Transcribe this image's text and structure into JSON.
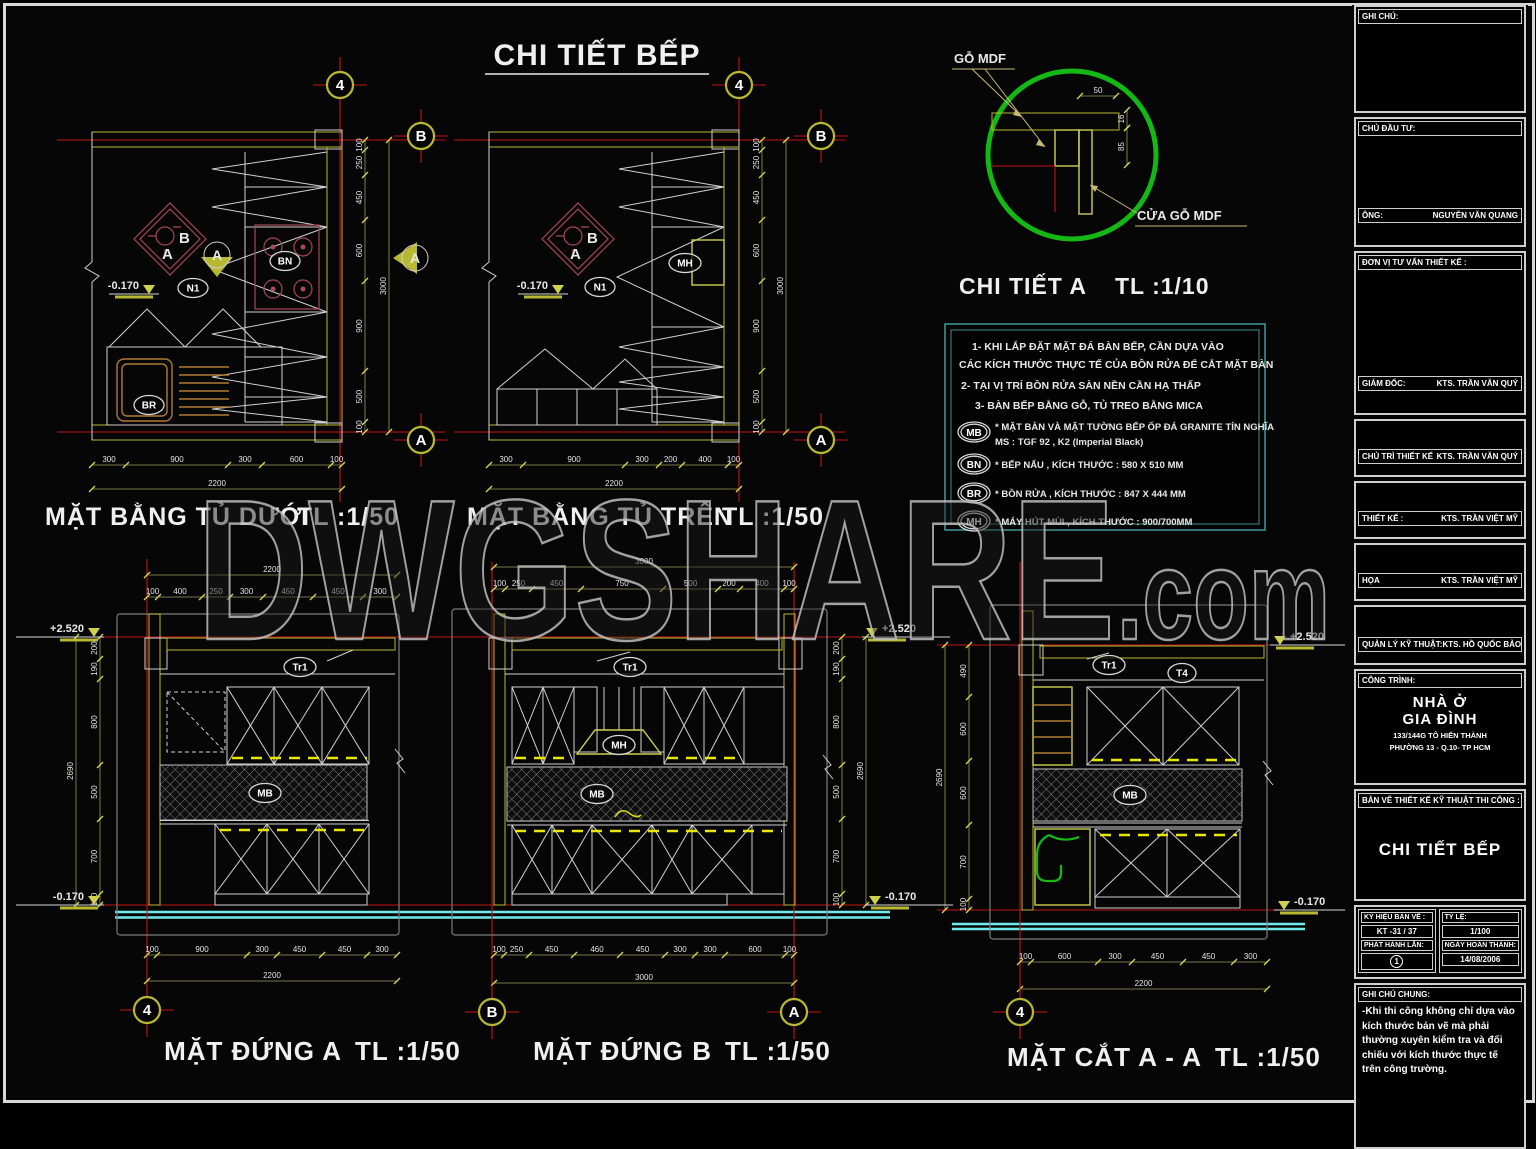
{
  "sheet": {
    "title": "CHI TIẾT BẾP",
    "watermark": "DWGSHARE",
    "watermark_suffix": ".com"
  },
  "plans": {
    "lower": {
      "title": "MẶT BẰNG TỦ DƯỚI",
      "scale": "TL :1/50",
      "grid_v": "4",
      "grid_b": "B",
      "grid_a": "A",
      "section_marker": "A",
      "unit": "N1",
      "stove": "BN",
      "sink": "BR",
      "level": "-0.170",
      "logo_b": "B",
      "logo_a": "A",
      "dims_bottom": [
        "300",
        "900",
        "300",
        "600",
        "100"
      ],
      "total_bottom": "2200",
      "dims_right": [
        "100",
        "250",
        "450",
        "600",
        "900",
        "500",
        "100"
      ],
      "total_right": "3000"
    },
    "upper": {
      "title": "MẶT BẰNG TỦ TRÊN",
      "scale": "TL :1/50",
      "grid_v": "4",
      "grid_b": "B",
      "grid_a": "A",
      "unit": "N1",
      "hood": "MH",
      "level": "-0.170",
      "logo_b": "B",
      "logo_a": "A",
      "dims_bottom": [
        "300",
        "900",
        "300",
        "200",
        "400",
        "100"
      ],
      "total_bottom": "2200",
      "dims_right": [
        "100",
        "250",
        "450",
        "600",
        "900",
        "500",
        "100"
      ],
      "total_right": "3000"
    }
  },
  "detail": {
    "title": "CHI TIẾT A",
    "scale": "TL :1/10",
    "label_wood": "GỖ MDF",
    "label_door": "CỬA GỖ MDF",
    "dim_w": "50",
    "dim_t": "16",
    "dim_h": "85"
  },
  "notes": {
    "line1": "1- KHI LẮP ĐẶT MẶT ĐÁ BÀN BẾP, CẦN DỰA VÀO",
    "line2": "CÁC KÍCH THƯỚC THỰC TẾ CỦA BỒN RỬA ĐỂ CẮT MẶT BÀN",
    "line3": "2- TẠI VỊ TRÍ BỒN RỬA SÀN NỀN CẦN HẠ THẤP",
    "line4": "3- BÀN BẾP BẰNG GỖ, TỦ TREO BẰNG MICA",
    "legend": [
      {
        "code": "MB",
        "text": "* MẶT BÀN VÀ MẶT TƯỜNG BẾP ỐP ĐÁ GRANITE TÍN NGHĨA",
        "text2": "MS : TGF 92 , K2 (Imperial Black)"
      },
      {
        "code": "BN",
        "text": "* BẾP NẤU , KÍCH THƯỚC : 580 X 510 MM"
      },
      {
        "code": "BR",
        "text": "* BỒN RỬA , KÍCH THƯỚC : 847 X 444 MM"
      },
      {
        "code": "MH",
        "text": "* MÁY HÚT MÙI , KÍCH THƯỚC : 900/700MM"
      }
    ]
  },
  "elev_a": {
    "title": "MẶT ĐỨNG A",
    "scale": "TL :1/50",
    "grid": "4",
    "level_top": "+2.520",
    "level_bottom": "-0.170",
    "ceiling": "Tr1",
    "counter": "MB",
    "dims_top": [
      "100",
      "400",
      "250",
      "300",
      "450",
      "450",
      "300"
    ],
    "total_top": "2200",
    "dims_left": [
      "200",
      "190",
      "800",
      "500",
      "700",
      "100"
    ],
    "total_left": "2690",
    "dims_bottom": [
      "100",
      "900",
      "300",
      "450",
      "450",
      "300"
    ],
    "total_bottom": "2200"
  },
  "elev_b": {
    "title": "MẶT ĐỨNG B",
    "scale": "TL :1/50",
    "grid_b": "B",
    "grid_a": "A",
    "level_top": "+2.520",
    "level_bottom": "-0.170",
    "ceiling": "Tr1",
    "counter": "MB",
    "hood": "MH",
    "dims_top": [
      "100",
      "250",
      "450",
      "750",
      "500",
      "200",
      "400",
      "100"
    ],
    "total_top": "3000",
    "dims_right": [
      "200",
      "190",
      "800",
      "500",
      "700",
      "100"
    ],
    "total_right": "2690",
    "dims_bottom": [
      "100",
      "250",
      "450",
      "460",
      "450",
      "300",
      "300",
      "600",
      "100"
    ],
    "total_bottom": "3000"
  },
  "section_aa": {
    "title": "MẶT CẮT A - A",
    "scale": "TL :1/50",
    "grid": "4",
    "level_top": "+2.520",
    "level_bottom": "-0.170",
    "ceiling": "Tr1",
    "tile": "T4",
    "counter": "MB",
    "dims_left": [
      "490",
      "600",
      "600",
      "700",
      "100"
    ],
    "total_left": "2690",
    "dims_bottom": [
      "100",
      "600",
      "300",
      "450",
      "450",
      "300"
    ],
    "total_bottom": "2200"
  },
  "titleblock": {
    "ghi_chu": "GHI CHÚ:",
    "chu_dau_tu": "CHỦ ĐẦU TƯ:",
    "ong_label": "ÔNG:",
    "ong_value": "NGUYỄN VĂN QUANG",
    "don_vi": "ĐƠN VỊ TƯ VẤN THIẾT KẾ :",
    "rows": [
      {
        "label": "GIÁM ĐỐC:",
        "value": "KTS. TRẦN VĂN QUÝ"
      },
      {
        "label": "CHỦ TRÌ THIẾT KẾ",
        "value": "KTS. TRẦN VĂN QUÝ"
      },
      {
        "label": "THIẾT KẾ :",
        "value": "KTS. TRẦN VIỆT MỸ"
      },
      {
        "label": "HỌA",
        "value": "KTS. TRẦN VIỆT MỸ"
      },
      {
        "label": "QUẢN LÝ KỸ THUẬT:",
        "value": "KTS. HỒ QUỐC BẢO"
      }
    ],
    "cong_trinh_label": "CÔNG TRÌNH:",
    "project_line1": "NHÀ Ở",
    "project_line2": "GIA ĐÌNH",
    "project_line3": "133/144G TÔ HIẾN THÀNH",
    "project_line4": "PHƯỜNG 13 - Q.10- TP HCM",
    "ban_ve_label": "BẢN VẼ THIẾT KẾ KỸ THUẬT THI CÔNG :",
    "drawing_name": "CHI TIẾT BẾP",
    "ky_hieu_label": "KÝ HIỆU BẢN VẼ :",
    "ky_hieu_value": "KT -31 / 37",
    "phat_hanh_label": "PHÁT HÀNH LẦN:",
    "phat_hanh_value": "1",
    "ty_le_label": "TỶ LỆ:",
    "ty_le_value": "1/100",
    "ngay_label": "NGÀY HOÀN THÀNH:",
    "ngay_value": "14/08/2006",
    "ghi_chu_chung_label": "GHI CHÚ CHUNG:",
    "general_note": "-Khi thi công không chỉ dựa vào kích thước bản vẽ mà phải thường xuyên kiểm tra và đối chiếu với kích thước thực tế trên công trường."
  }
}
